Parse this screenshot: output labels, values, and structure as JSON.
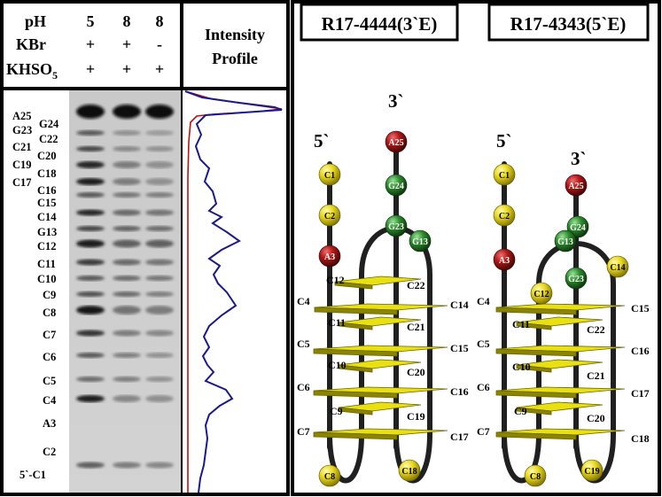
{
  "header": {
    "ph_label": "pH",
    "kbr_label": "KBr",
    "khso5_label": "KHSO",
    "khso5_sub": "5",
    "lanes": [
      {
        "ph": "5",
        "kbr": "+",
        "khso5": "+"
      },
      {
        "ph": "8",
        "kbr": "+",
        "khso5": "+"
      },
      {
        "ph": "8",
        "kbr": "-",
        "khso5": "+"
      }
    ],
    "intensity_title_line1": "Intensity",
    "intensity_title_line2": "Profile"
  },
  "gel_labels": [
    "A25",
    "G24",
    "G23",
    "C22",
    "C21",
    "C20",
    "C19",
    "C18",
    "C17",
    "C16",
    "C15",
    "C14",
    "G13",
    "C12",
    "C11",
    "C10",
    "C9",
    "C8",
    "C7",
    "C6",
    "C5",
    "C4",
    "A3",
    "C2",
    "5`-C1"
  ],
  "structures": [
    {
      "title": "R17-4444(3`E)",
      "end5": "5`",
      "end3": "3`",
      "strand5": [
        "C1",
        "C2",
        "A3"
      ],
      "strand3": [
        "A25",
        "G24",
        "G23"
      ],
      "loop_nucleotide": "G13",
      "left_bases": [
        "C4",
        "C5",
        "C6",
        "C7"
      ],
      "right_bases": [
        "C14",
        "C15",
        "C16",
        "C17"
      ],
      "inner_left": [
        "C12",
        "C11",
        "C10",
        "C9"
      ],
      "inner_right": [
        "C22",
        "C21",
        "C20",
        "C19"
      ],
      "bottom_loops": [
        "C8",
        "C18"
      ]
    },
    {
      "title": "R17-4343(5`E)",
      "end5": "5`",
      "end3": "3`",
      "strand5": [
        "C1",
        "C2",
        "A3"
      ],
      "strand3": [
        "A25",
        "G24",
        "G13",
        "G23"
      ],
      "loop_nucleotide": "C14",
      "side_nucleotide": "C12",
      "left_bases": [
        "C4",
        "C5",
        "C6",
        "C7"
      ],
      "right_bases": [
        "C15",
        "C16",
        "C17",
        "C18"
      ],
      "inner_left": [
        "C11",
        "C10",
        "C9"
      ],
      "inner_right": [
        "C22",
        "C21",
        "C20"
      ],
      "bottom_loops": [
        "C8",
        "C19"
      ]
    }
  ],
  "colors": {
    "cytosine": "#e8d820",
    "guanine": "#2e8b2e",
    "adenine": "#b01818",
    "plane": "#e8e010",
    "profile_blue": "#1a1a8c",
    "profile_red": "#c01010"
  }
}
